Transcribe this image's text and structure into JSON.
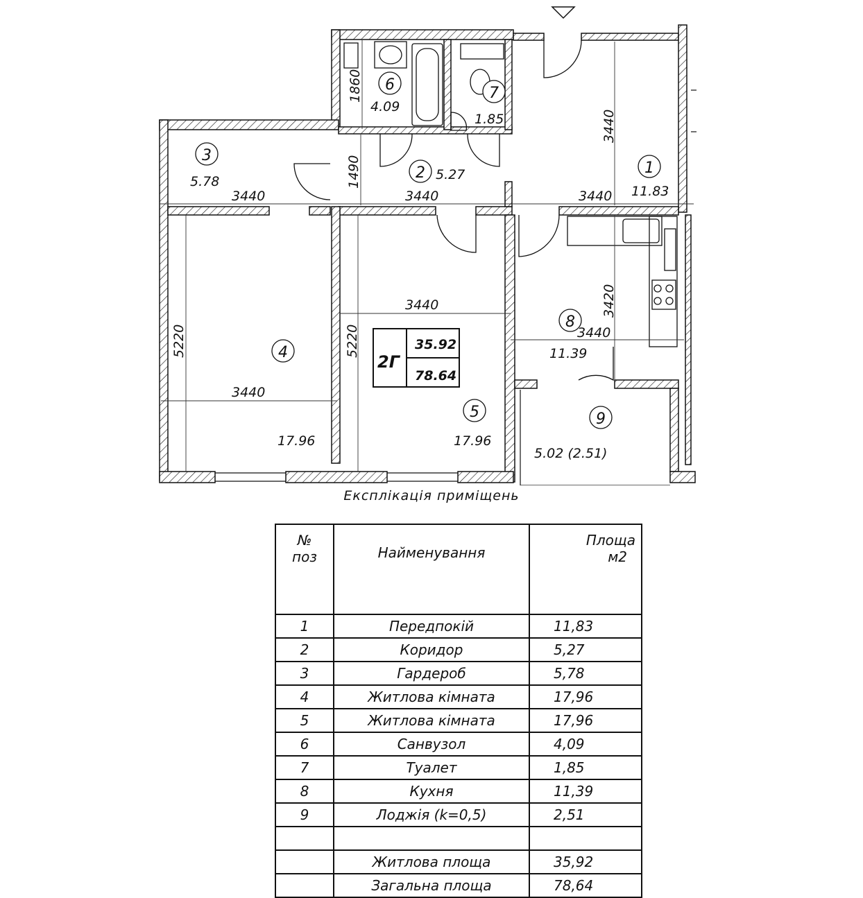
{
  "plan": {
    "rooms": [
      {
        "num": "1",
        "area": "11.83"
      },
      {
        "num": "2",
        "area": "5.27"
      },
      {
        "num": "3",
        "area": "5.78"
      },
      {
        "num": "4",
        "area": "17.96"
      },
      {
        "num": "5",
        "area": "17.96"
      },
      {
        "num": "6",
        "area": "4.09"
      },
      {
        "num": "7",
        "area": "1.85"
      },
      {
        "num": "8",
        "area": "11.39"
      },
      {
        "num": "9",
        "area": "5.02 (2.51)"
      }
    ],
    "dims": {
      "d1860": "1860",
      "d1490": "1490",
      "d3440_room1_v": "3440",
      "d3440_room3": "3440",
      "d3440_room2": "3440",
      "d3440_room1_h": "3440",
      "d3440_room5": "3440",
      "d3440_room4": "3440",
      "d3440_room8_h": "3440",
      "d3420_room8_v": "3420",
      "d5220_room4": "5220",
      "d5220_room5": "5220"
    },
    "stamp": {
      "type": "2Г",
      "living_area": "35.92",
      "total_area": "78.64"
    }
  },
  "caption": "Експлікація приміщень",
  "legend": {
    "header": {
      "num_line1": "№",
      "num_line2": "поз",
      "name": "Найменування",
      "area_line1": "Площа",
      "area_line2": "м2"
    },
    "rows": [
      {
        "pos": "1",
        "name": "Передпокій",
        "area": "11,83"
      },
      {
        "pos": "2",
        "name": "Коридор",
        "area": "5,27"
      },
      {
        "pos": "3",
        "name": "Гардероб",
        "area": "5,78"
      },
      {
        "pos": "4",
        "name": "Житлова кімната",
        "area": "17,96"
      },
      {
        "pos": "5",
        "name": "Житлова кімната",
        "area": "17,96"
      },
      {
        "pos": "6",
        "name": "Санвузол",
        "area": "4,09"
      },
      {
        "pos": "7",
        "name": "Туалет",
        "area": "1,85"
      },
      {
        "pos": "8",
        "name": "Кухня",
        "area": "11,39"
      },
      {
        "pos": "9",
        "name": "Лоджія (k=0,5)",
        "area": "2,51"
      }
    ],
    "summary": [
      {
        "name": "Житлова площа",
        "area": "35,92"
      },
      {
        "name": "Загальна площа",
        "area": "78,64"
      }
    ]
  }
}
